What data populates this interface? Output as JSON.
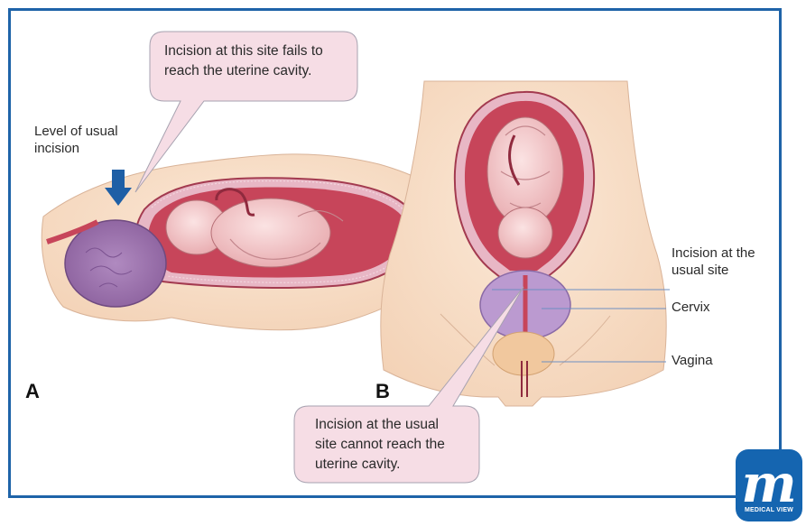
{
  "panel_a": {
    "letter": "A",
    "callout": "Incision at this site fails to\nreach the uterine cavity.",
    "level_label": "Level of usual\nincision"
  },
  "panel_b": {
    "letter": "B",
    "callout": "Incision at the usual\nsite cannot reach the\nuterine cavity.",
    "labels": {
      "incision": "Incision at the\nusual site",
      "cervix": "Cervix",
      "vagina": "Vagina"
    }
  },
  "logo": {
    "text": "MEDICAL VIEW",
    "glyph": "m"
  },
  "colors": {
    "frame": "#1e63a8",
    "callout_fill": "#f6dde5",
    "arrow": "#1e5fa6",
    "skin": "#f7dfc8",
    "uterus": "#c7455a",
    "placenta": "#9a70a8",
    "logo_bg": "#1565b0"
  }
}
